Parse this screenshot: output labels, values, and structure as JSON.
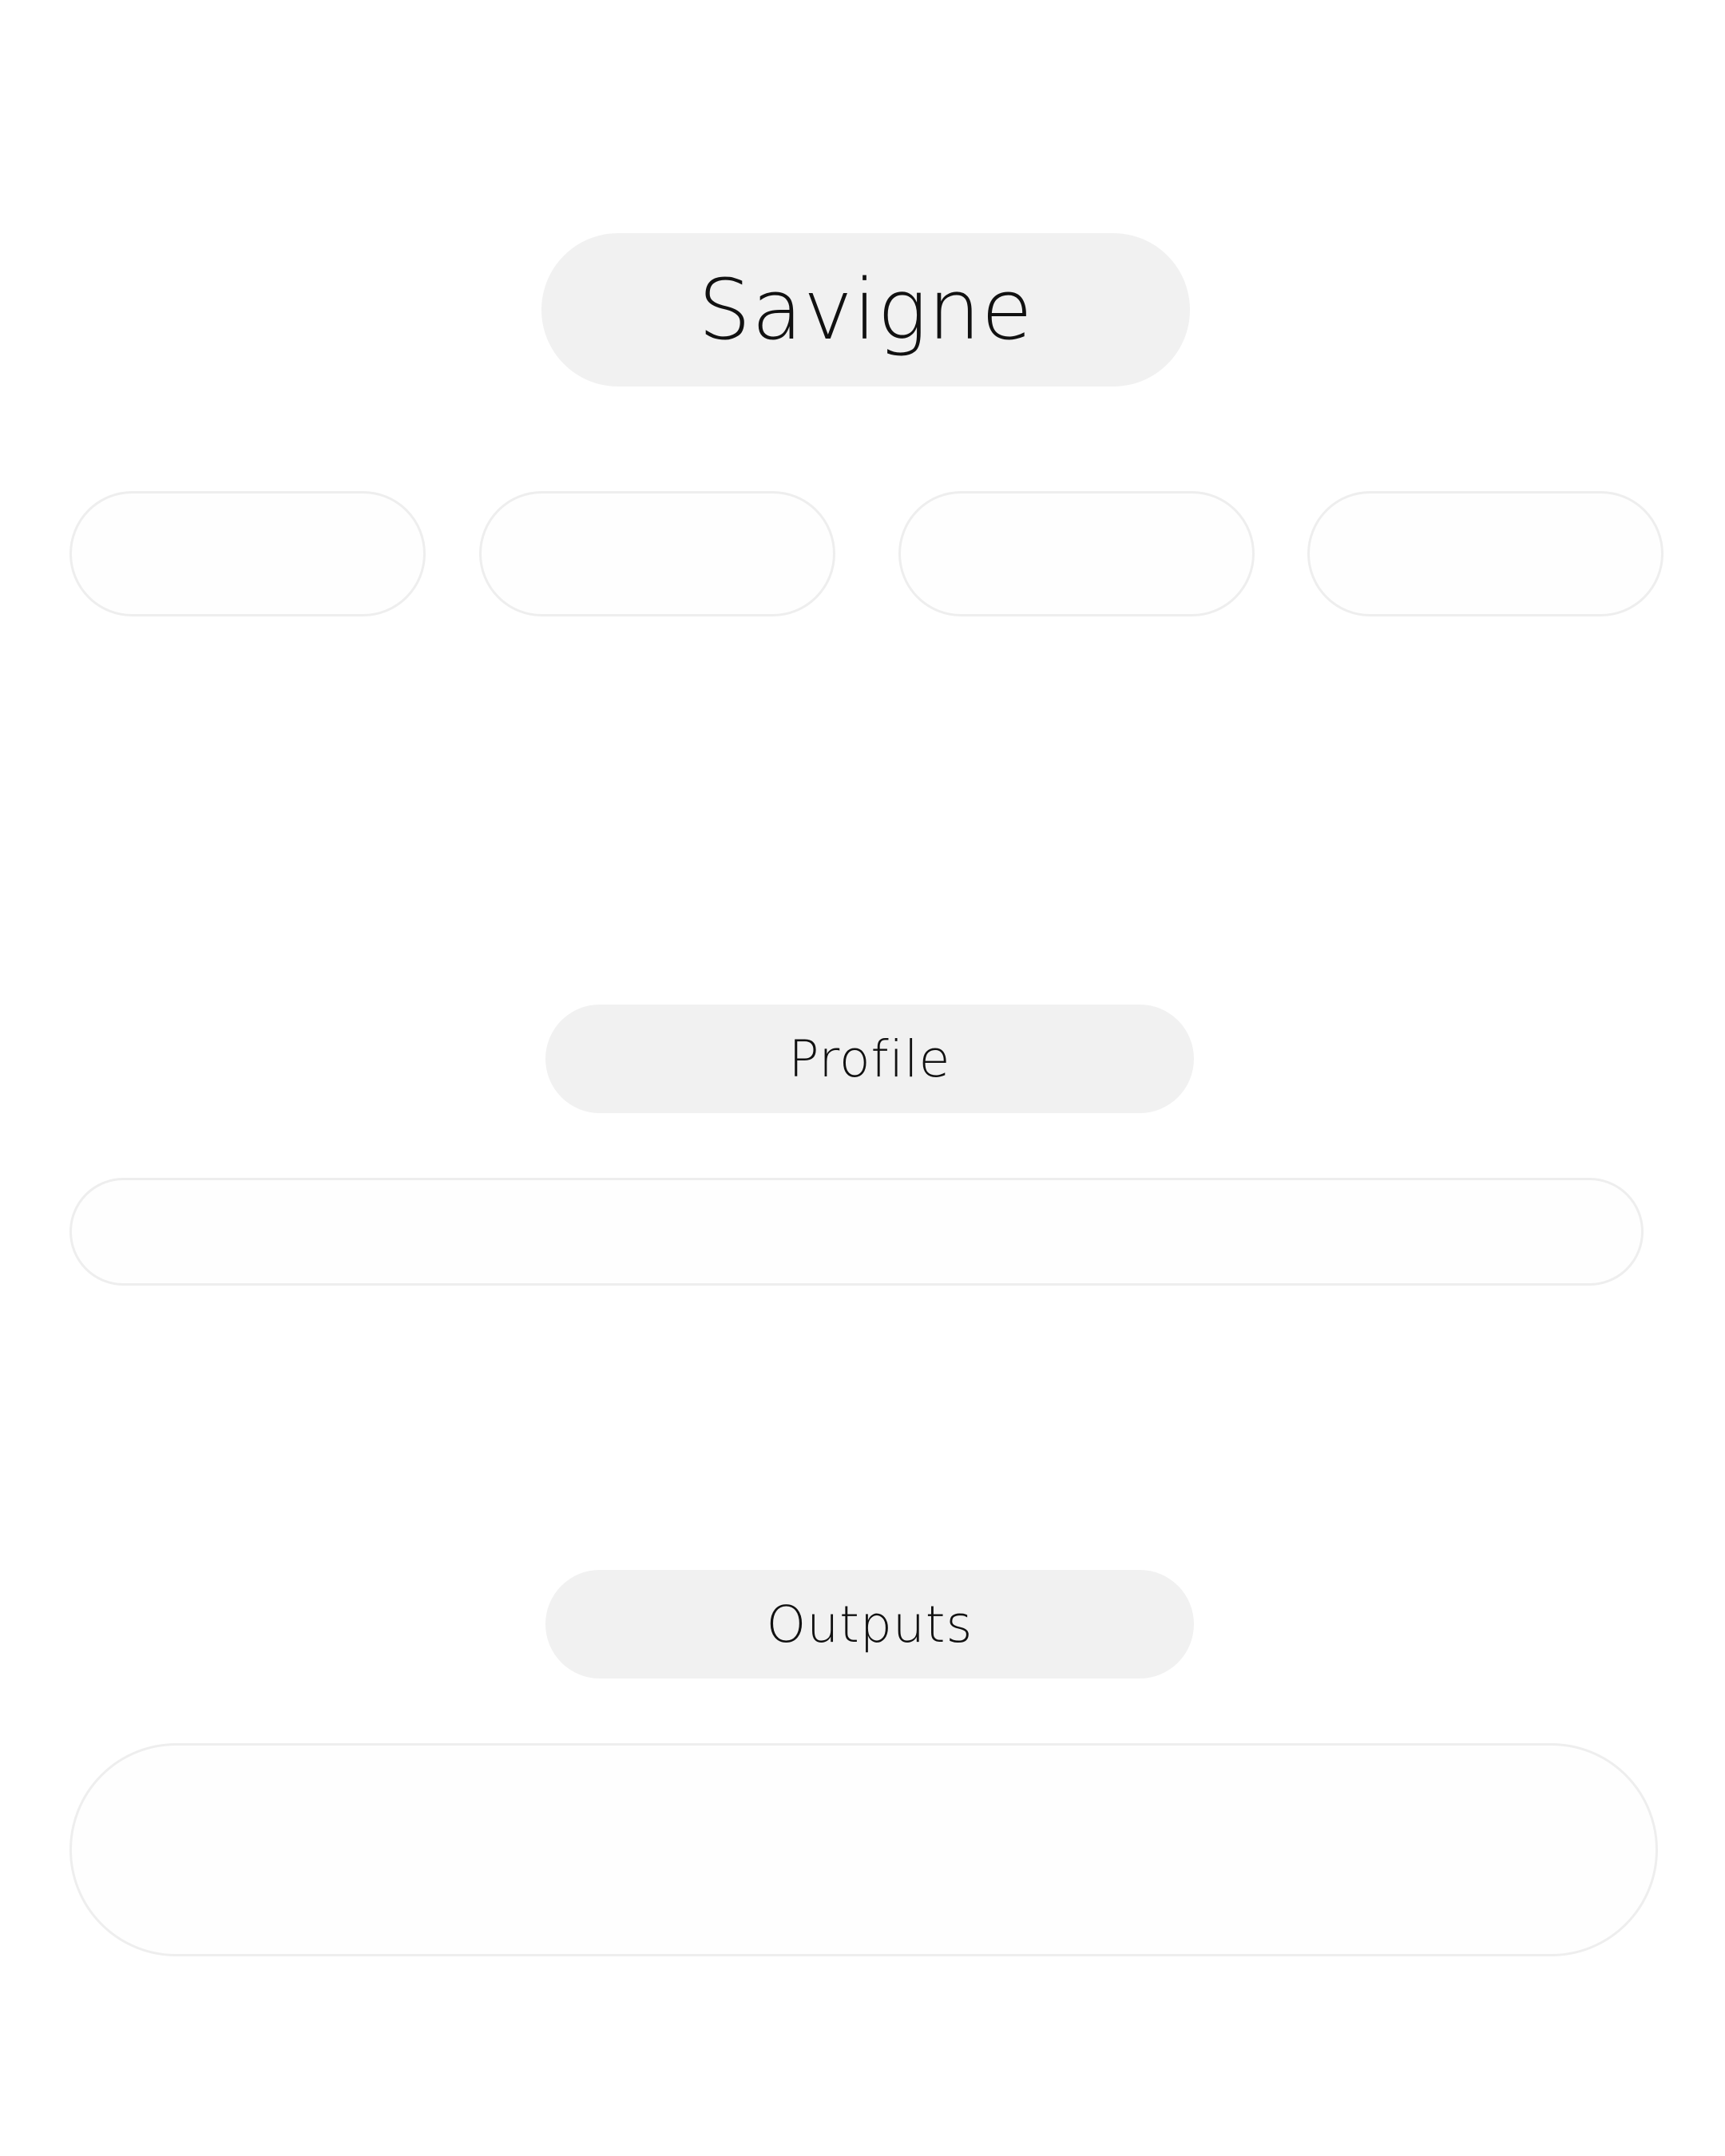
{
  "header": {
    "title": "Savigne"
  },
  "nav": {
    "items": [
      {
        "label": ""
      },
      {
        "label": ""
      },
      {
        "label": ""
      },
      {
        "label": ""
      }
    ]
  },
  "sections": {
    "profile": {
      "heading": "Profile",
      "value": ""
    },
    "outputs": {
      "heading": "Outputs",
      "value": ""
    }
  },
  "colors": {
    "pill_background": "#f1f1f1",
    "outline": "#eeeeee",
    "text": "#111111",
    "page_background": "#ffffff"
  }
}
